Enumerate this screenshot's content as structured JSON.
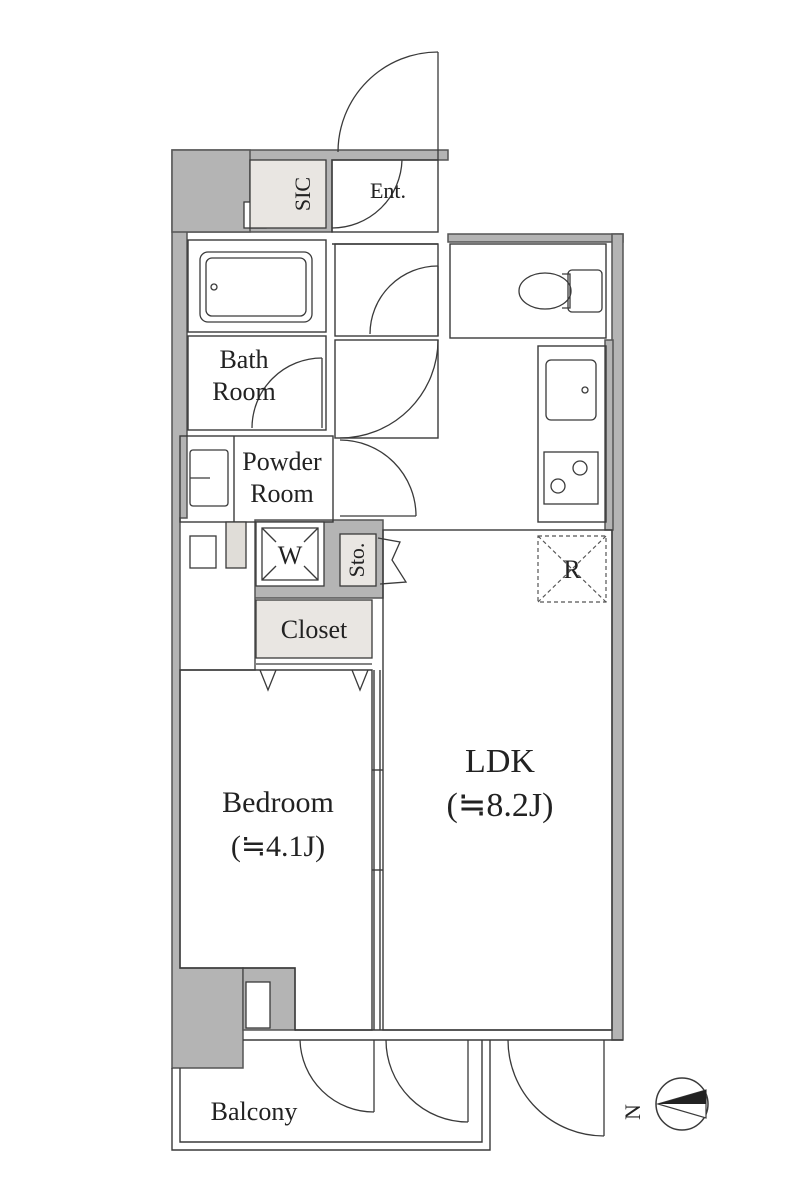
{
  "rooms": {
    "sic": "SIC",
    "entrance": "Ent.",
    "bath_line1": "Bath",
    "bath_line2": "Room",
    "powder_line1": "Powder",
    "powder_line2": "Room",
    "washer": "W",
    "storage": "Sto.",
    "closet": "Closet",
    "refrigerator": "R",
    "bedroom": "Bedroom",
    "bedroom_size": "(≒4.1J)",
    "ldk": "LDK",
    "ldk_size": "(≒8.2J)",
    "balcony": "Balcony"
  },
  "compass": {
    "label": "N"
  },
  "colors": {
    "wall": "#b4b4b4",
    "wall_line": "#555555",
    "closet_fill": "#e9e6e2",
    "line": "#3a3a3a"
  }
}
